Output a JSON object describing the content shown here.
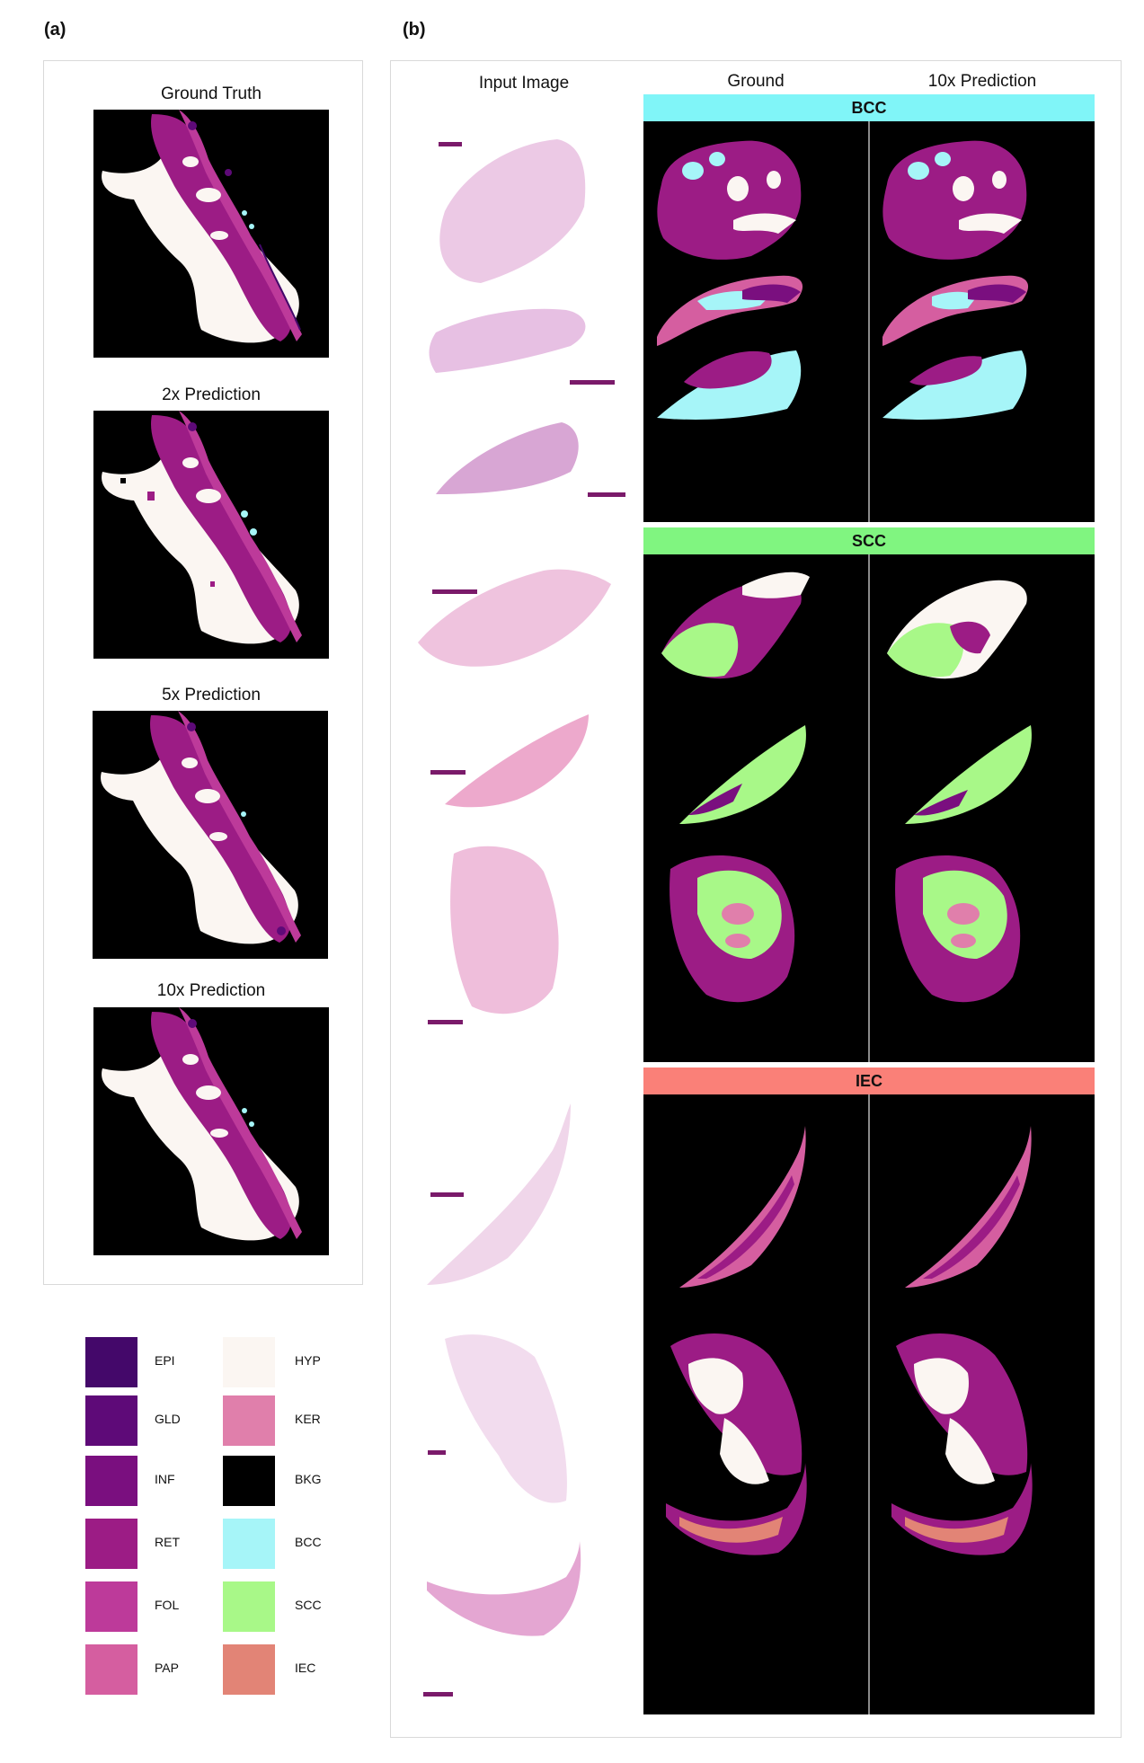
{
  "panel_a": {
    "letter": "(a)",
    "titles": [
      "Ground Truth",
      "2x Prediction",
      "5x Prediction",
      "10x Prediction"
    ]
  },
  "panel_b": {
    "letter": "(b)",
    "col_input": "Input Image",
    "col_ground": "Ground",
    "col_pred": "10x Prediction",
    "groups": [
      {
        "label": "BCC",
        "color": "#80f5f8"
      },
      {
        "label": "SCC",
        "color": "#80f580"
      },
      {
        "label": "IEC",
        "color": "#fa8078"
      }
    ]
  },
  "legend": [
    {
      "label": "EPI",
      "color": "#44086a"
    },
    {
      "label": "GLD",
      "color": "#5e0a78"
    },
    {
      "label": "INF",
      "color": "#7a0f7f"
    },
    {
      "label": "RET",
      "color": "#9c1c85"
    },
    {
      "label": "FOL",
      "color": "#bd3a9a"
    },
    {
      "label": "PAP",
      "color": "#d55ea0"
    },
    {
      "label": "HYP",
      "color": "#fbf6f2"
    },
    {
      "label": "KER",
      "color": "#e07fab"
    },
    {
      "label": "BKG",
      "color": "#000000"
    },
    {
      "label": "BCC",
      "color": "#a6f5f8"
    },
    {
      "label": "SCC",
      "color": "#a8f888"
    },
    {
      "label": "IEC",
      "color": "#e28476"
    }
  ]
}
